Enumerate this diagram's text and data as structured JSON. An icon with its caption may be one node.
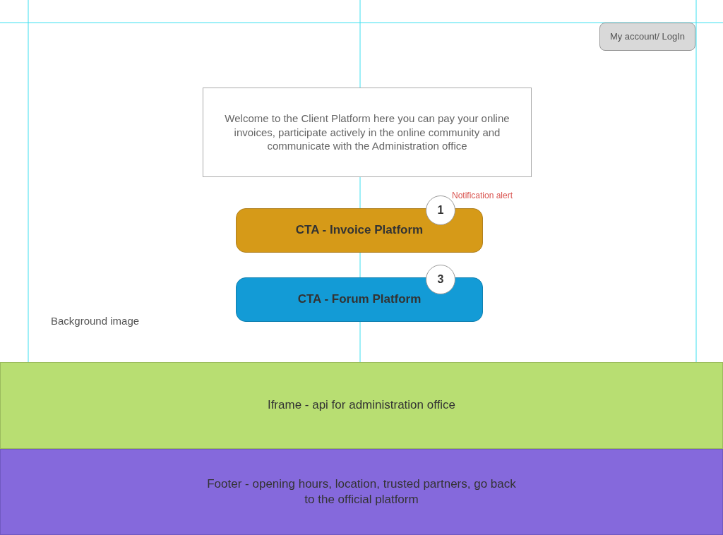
{
  "diagram": {
    "nodes": [
      {
        "text": [
          "My account/ LogIn"
        ]
      },
      {
        "text": [
          "Welcome to the Client Platform here you can pay your online invoices, participate actively in the online community and communicate with the Administration office"
        ]
      },
      {
        "text": [
          "CTA - Invoice Platform"
        ]
      },
      {
        "text": [
          "1"
        ],
        "beside": [
          "Notification alert"
        ]
      },
      {
        "text": [
          "CTA - Forum Platform"
        ]
      },
      {
        "text": [
          "3"
        ]
      },
      {
        "text": [
          "Iframe - api for administration office"
        ]
      },
      {
        "text": [
          "Footer - opening hours, location, trusted partners, go back to the official platform"
        ]
      }
    ],
    "labels": [
      "Background image"
    ]
  }
}
